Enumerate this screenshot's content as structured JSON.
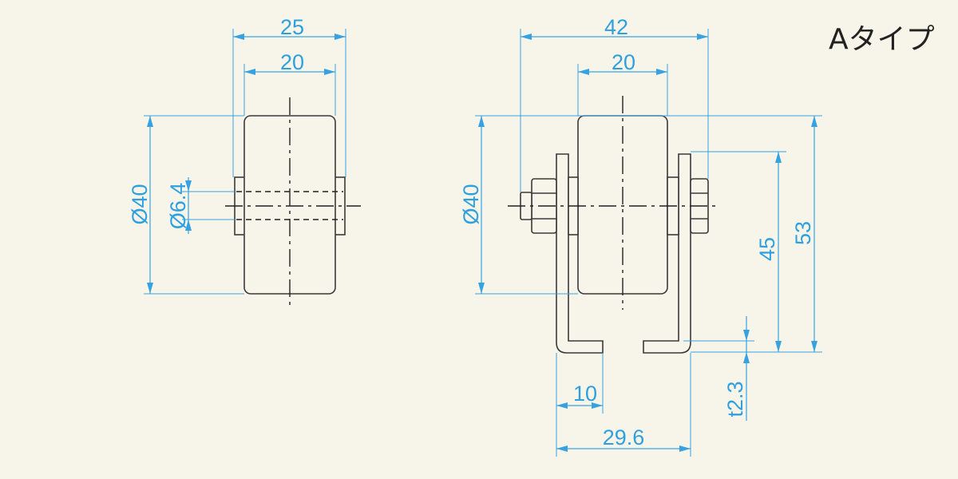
{
  "title": "Aタイプ",
  "colors": {
    "background": "#f7f4ea",
    "dimension": "#36a3e0",
    "outline": "#3a3a3a"
  },
  "side_view": {
    "dims": {
      "width_total": "25",
      "width_wheel": "20",
      "diameter_wheel": "Ø40",
      "diameter_shaft": "Ø6.4"
    }
  },
  "front_view": {
    "dims": {
      "width_total": "42",
      "width_wheel": "20",
      "diameter_wheel": "Ø40",
      "axle_height": "45",
      "total_height": "53",
      "thickness": "t2.3",
      "foot_length": "10",
      "bracket_width": "29.6"
    }
  }
}
